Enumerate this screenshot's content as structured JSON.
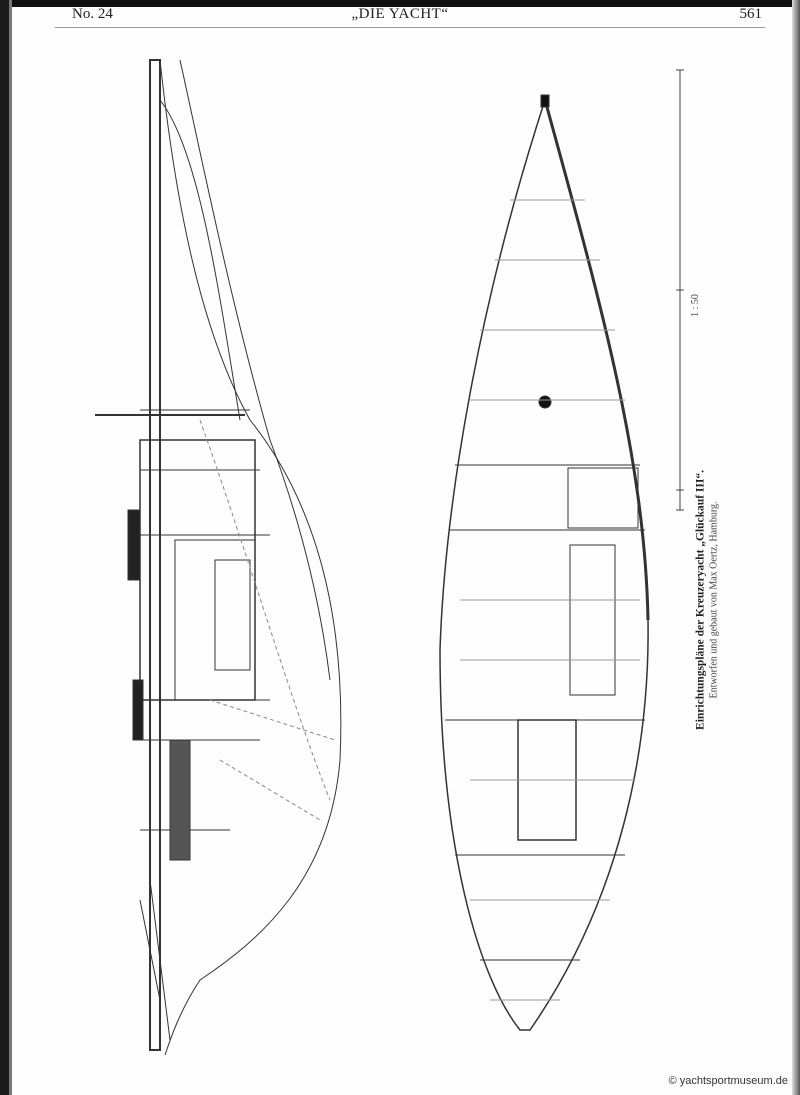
{
  "header": {
    "issue": "No. 24",
    "journal": "„DIE YACHT“",
    "page_number": "561"
  },
  "caption": {
    "title": "Einrichtungspläne der Kreuzeryacht „Glückauf III“.",
    "subtitle": "Entworfen und gebaut von Max Oertz, Hamburg."
  },
  "scale_label": "1 : 50",
  "watermark": "© yachtsportmuseum.de"
}
